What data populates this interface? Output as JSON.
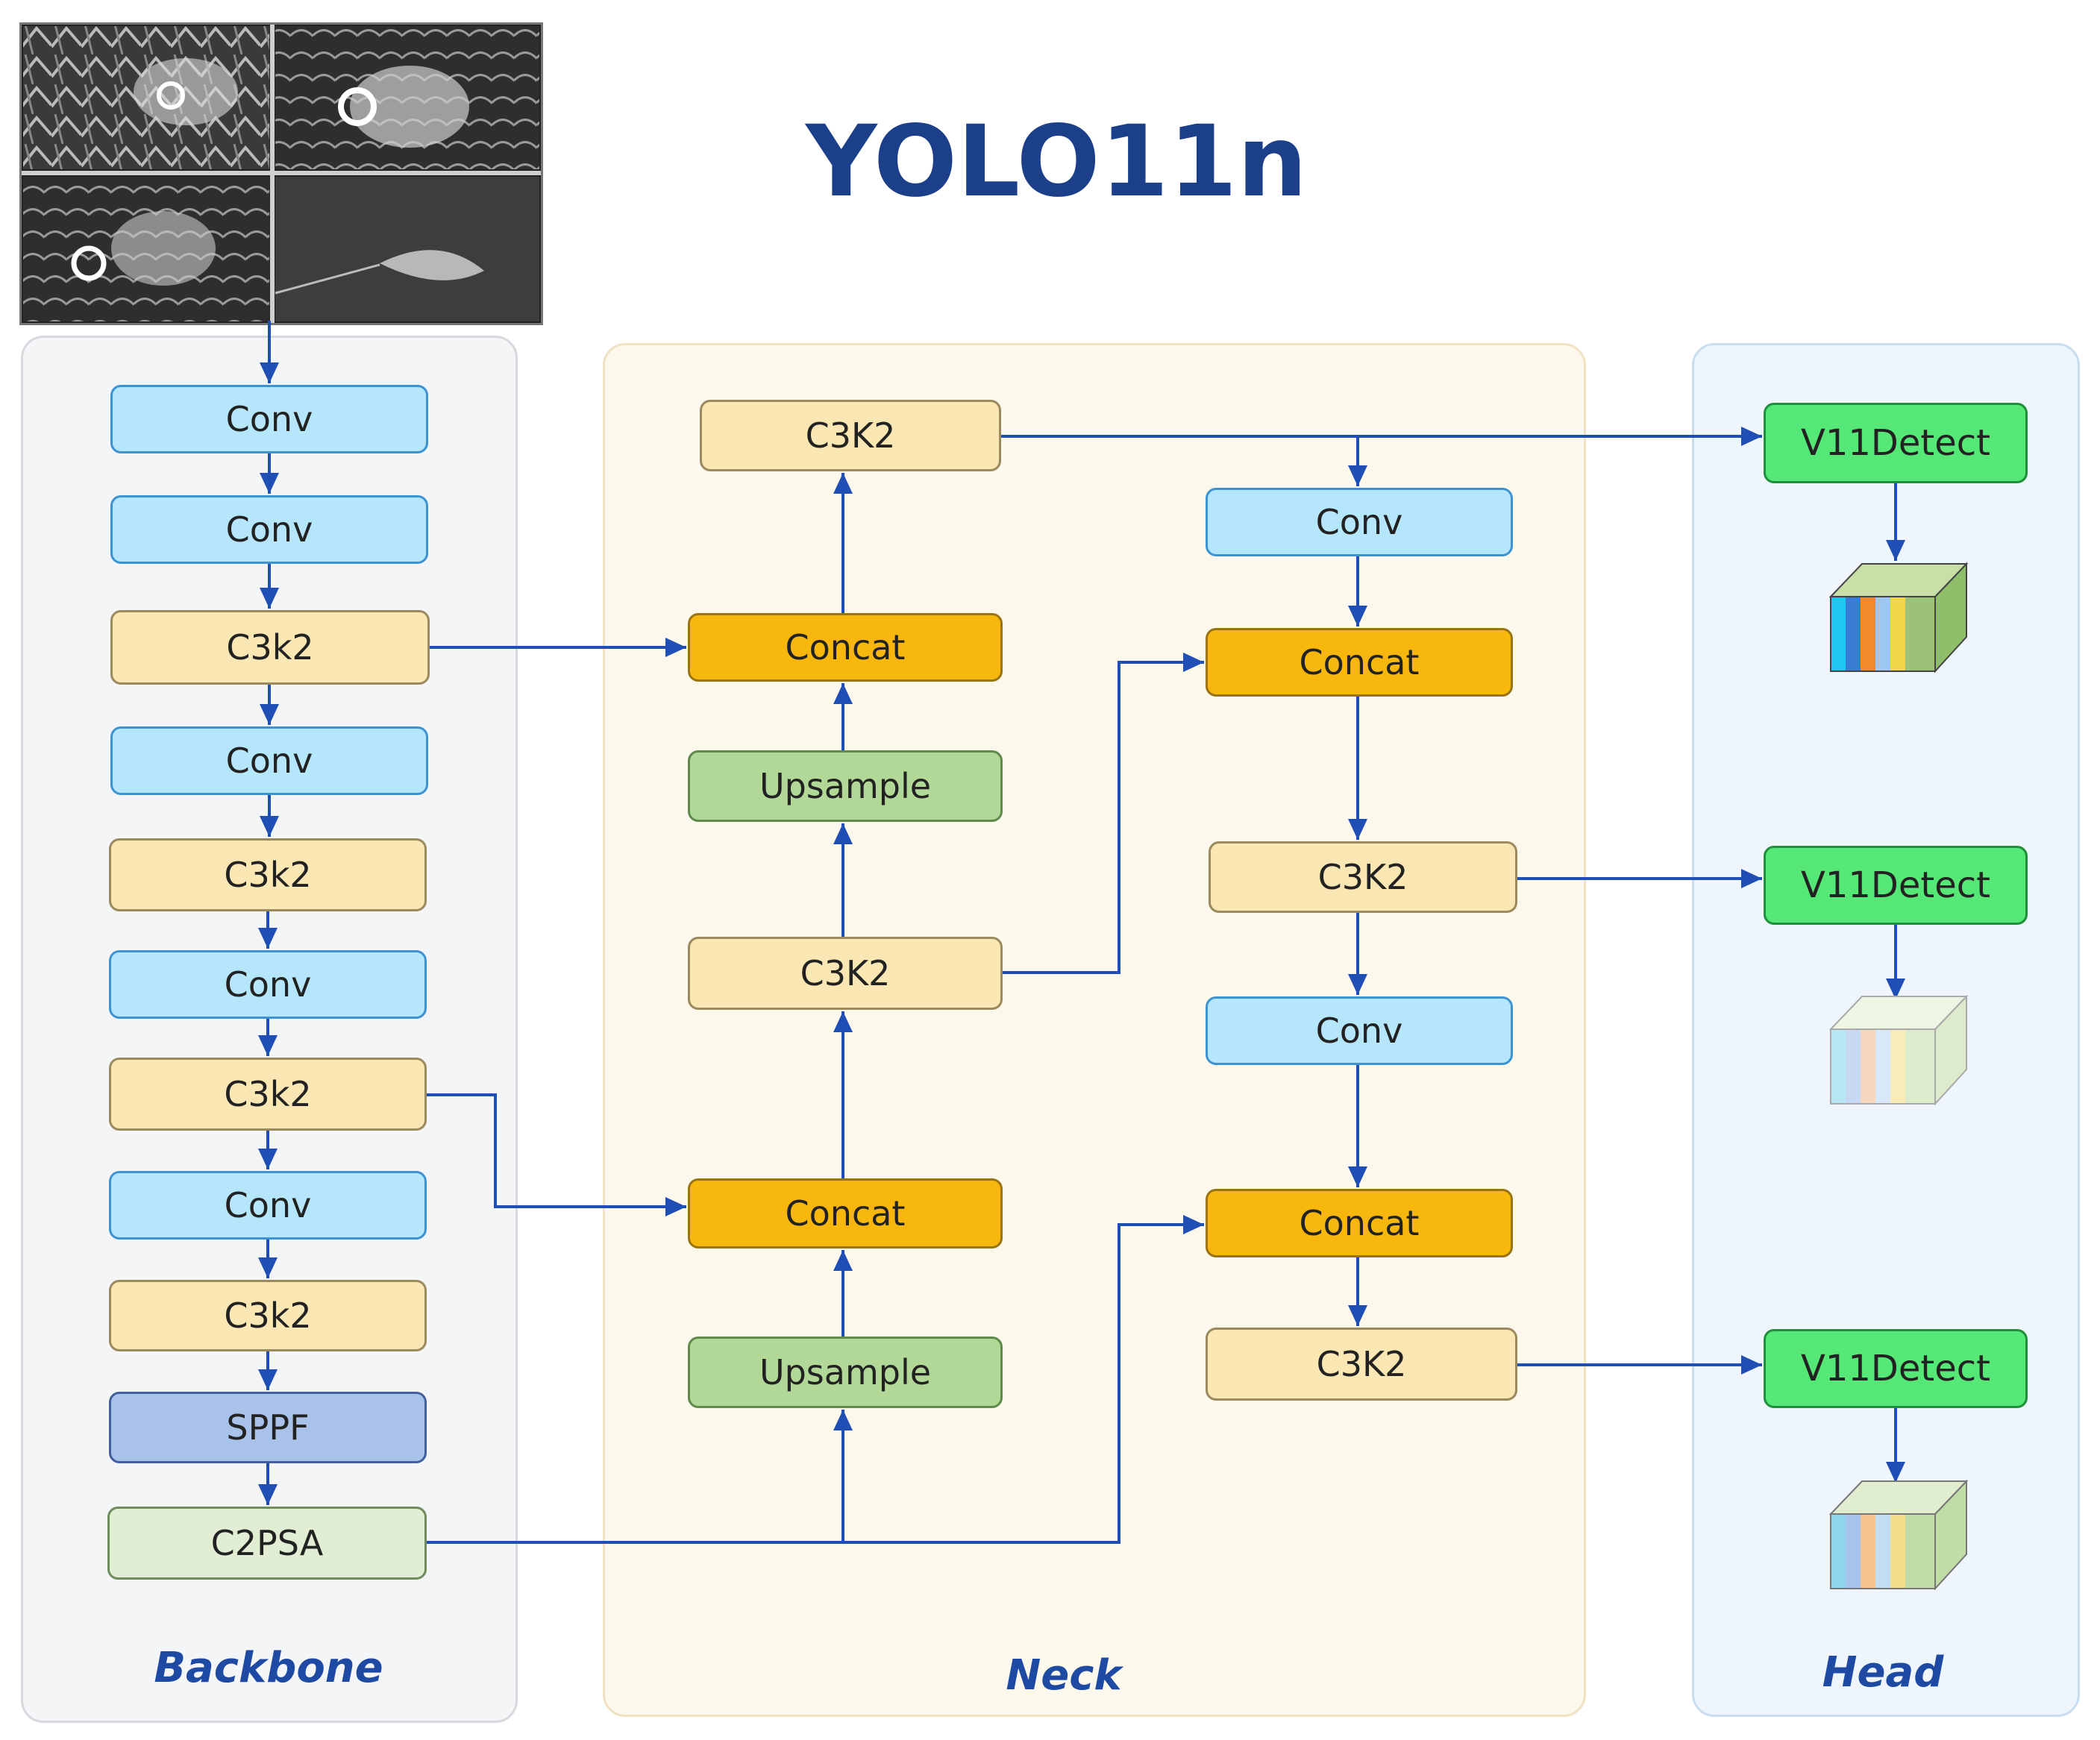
{
  "title": "YOLO11n",
  "sections": {
    "backbone": "Backbone",
    "neck": "Neck",
    "head": "Head"
  },
  "backbone": {
    "conv_1": "Conv",
    "conv_2": "Conv",
    "c3k2_1": "C3k2",
    "conv_3": "Conv",
    "c3k2_2": "C3k2",
    "conv_4": "Conv",
    "c3k2_3": "C3k2",
    "conv_5": "Conv",
    "c3k2_4": "C3k2",
    "sppf": "SPPF",
    "c2psa": "C2PSA"
  },
  "neck": {
    "c3k2_top": "C3K2",
    "concat_top": "Concat",
    "upsample_top": "Upsample",
    "c3k2_mid": "C3K2",
    "concat_bottom": "Concat",
    "upsample_bottom": "Upsample",
    "conv_right_1": "Conv",
    "concat_right_1": "Concat",
    "c3k2_right_1": "C3K2",
    "conv_right_2": "Conv",
    "concat_right_2": "Concat",
    "c3k2_right_2": "C3K2"
  },
  "head": {
    "detect_1": "V11Detect",
    "detect_2": "V11Detect",
    "detect_3": "V11Detect"
  },
  "colors": {
    "arrow": "#1f4fb4",
    "conv": "#b5e6fb",
    "c3k2": "#fbe7b4",
    "concat": "#f8b70c",
    "upsample": "#b2d898",
    "sppf": "#a8c2ea",
    "c2psa": "#e1eed3",
    "detect": "#55e877"
  }
}
